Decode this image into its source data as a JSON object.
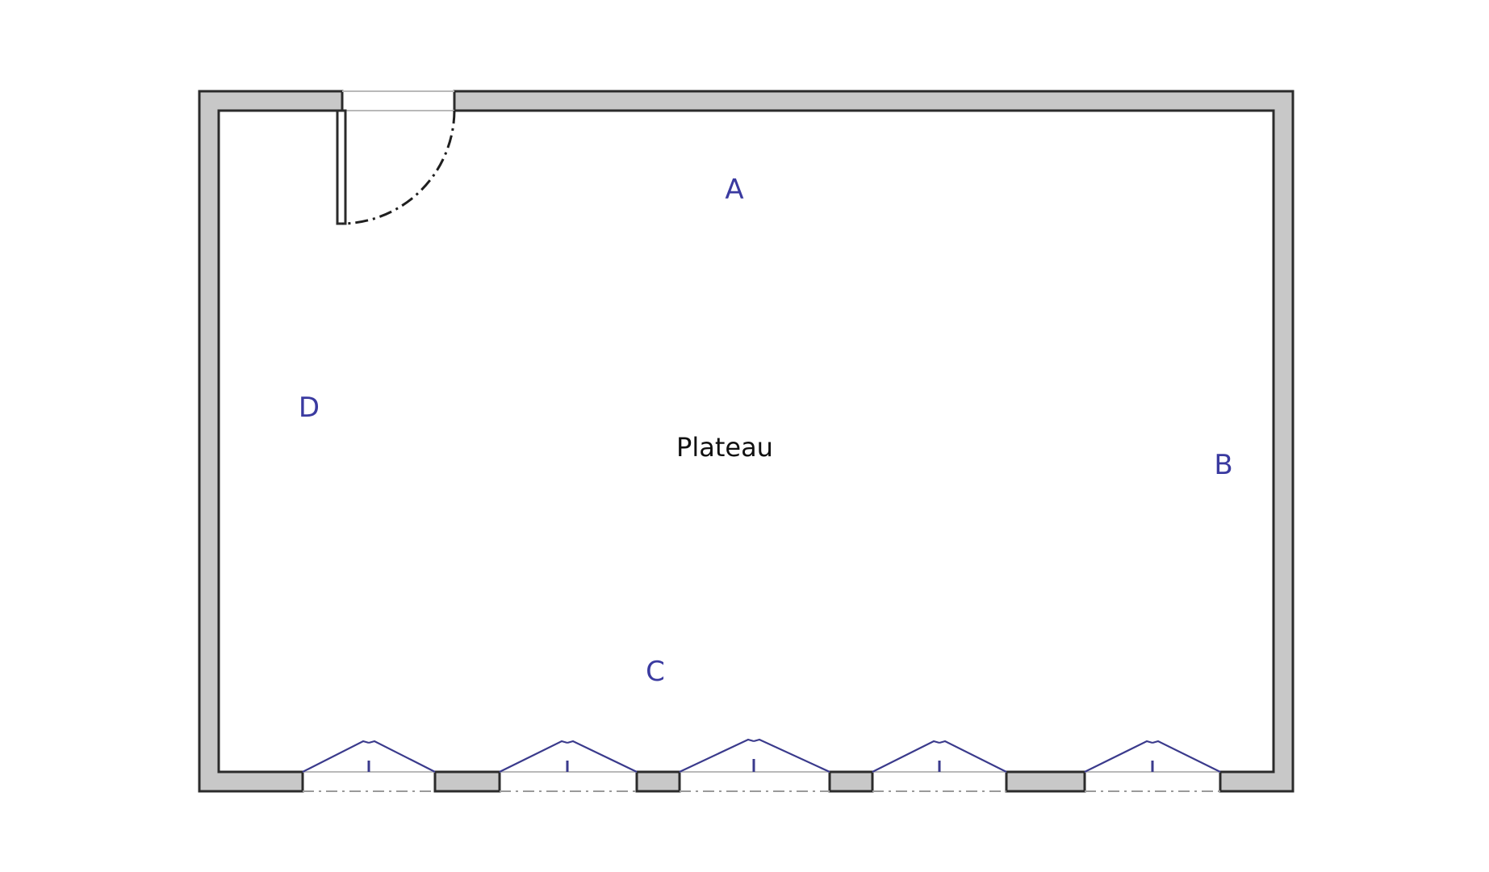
{
  "room": {
    "name": "Plateau"
  },
  "side_labels": {
    "a": "A",
    "b": "B",
    "c": "C",
    "d": "D"
  },
  "colors": {
    "wall_fill": "#c8c8c8",
    "wall_stroke": "#2b2b2b",
    "window_stroke": "#3a3a8c",
    "label_color": "#3a3aa0"
  }
}
